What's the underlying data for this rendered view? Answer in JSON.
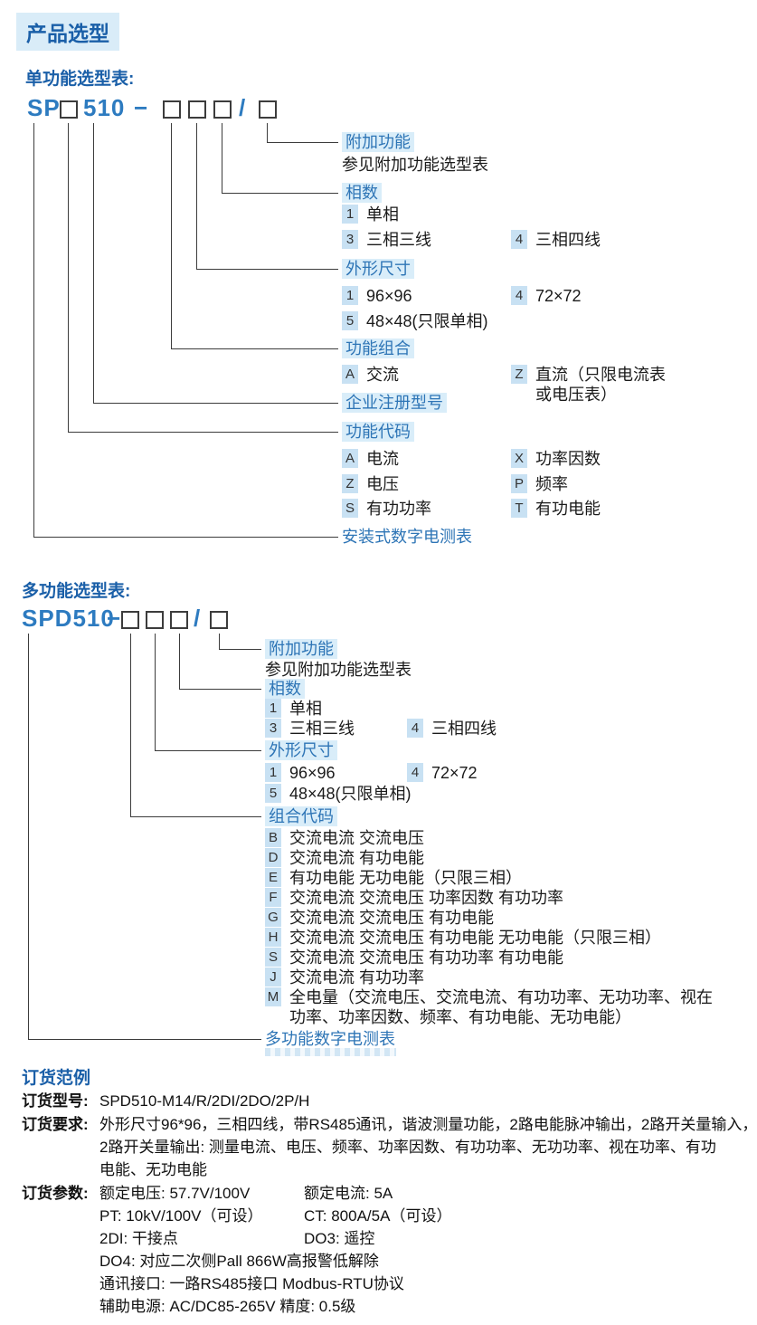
{
  "colors": {
    "accent_blue": "#2e75b6",
    "heading_blue": "#1a5fa8",
    "label_bg": "#d9edf9",
    "badge_bg": "#c8e1f3"
  },
  "page": {
    "title": "产品选型"
  },
  "single": {
    "heading": "单功能选型表:",
    "model": {
      "prefix": "SP",
      "mid": "510",
      "dash": "−",
      "slash": "/"
    },
    "labels": {
      "extra": "附加功能",
      "extra_note": "参见附加功能选型表",
      "phase": "相数",
      "size": "外形尺寸",
      "combo": "功能组合",
      "reg": "企业注册型号",
      "func": "功能代码",
      "base": "安装式数字电测表"
    },
    "phase_options": [
      {
        "code": "1",
        "text": "单相"
      },
      {
        "code": "3",
        "text": "三相三线"
      },
      {
        "code": "4",
        "text": "三相四线"
      }
    ],
    "size_options": [
      {
        "code": "1",
        "text": "96×96"
      },
      {
        "code": "4",
        "text": "72×72"
      },
      {
        "code": "5",
        "text": "48×48(只限单相)"
      }
    ],
    "combo_options": [
      {
        "code": "A",
        "text": "交流"
      },
      {
        "code": "Z",
        "text": "直流（只限电流表或电压表）"
      }
    ],
    "func_options": [
      {
        "code": "A",
        "text": "电流"
      },
      {
        "code": "X",
        "text": "功率因数"
      },
      {
        "code": "Z",
        "text": "电压"
      },
      {
        "code": "P",
        "text": "频率"
      },
      {
        "code": "S",
        "text": "有功功率"
      },
      {
        "code": "T",
        "text": "有功电能"
      }
    ]
  },
  "multi": {
    "heading": "多功能选型表:",
    "model": {
      "prefix": "SPD510",
      "dash": "−",
      "slash": "/"
    },
    "labels": {
      "extra": "附加功能",
      "extra_note": "参见附加功能选型表",
      "phase": "相数",
      "size": "外形尺寸",
      "combo": "组合代码",
      "base": "多功能数字电测表"
    },
    "phase_options": [
      {
        "code": "1",
        "text": "单相"
      },
      {
        "code": "3",
        "text": "三相三线"
      },
      {
        "code": "4",
        "text": "三相四线"
      }
    ],
    "size_options": [
      {
        "code": "1",
        "text": "96×96"
      },
      {
        "code": "4",
        "text": "72×72"
      },
      {
        "code": "5",
        "text": "48×48(只限单相)"
      }
    ],
    "combo_options": [
      {
        "code": "B",
        "text": "交流电流 交流电压"
      },
      {
        "code": "D",
        "text": "交流电流 有功电能"
      },
      {
        "code": "E",
        "text": "有功电能 无功电能（只限三相）"
      },
      {
        "code": "F",
        "text": "交流电流 交流电压 功率因数 有功功率"
      },
      {
        "code": "G",
        "text": "交流电流 交流电压 有功电能"
      },
      {
        "code": "H",
        "text": "交流电流 交流电压 有功电能 无功电能（只限三相）"
      },
      {
        "code": "S",
        "text": "交流电流 交流电压 有功功率 有功电能"
      },
      {
        "code": "J",
        "text": "交流电流 有功功率"
      },
      {
        "code": "M",
        "text": "全电量（交流电压、交流电流、有功功率、无功功率、视在功率、功率因数、频率、有功电能、无功电能）"
      }
    ]
  },
  "order": {
    "heading": "订货范例",
    "model_label": "订货型号:",
    "model_value": "SPD510-M14/R/2DI/2DO/2P/H",
    "req_label": "订货要求:",
    "req_lines": [
      "外形尺寸96*96，三相四线，带RS485通讯，谐波测量功能，2路电能脉冲输出，2路开关量输入，",
      "2路开关量输出: 测量电流、电压、频率、功率因数、有功功率、无功功率、视在功率、有功",
      "电能、无功电能"
    ],
    "param_label": "订货参数:",
    "params": [
      {
        "left": "额定电压: 57.7V/100V",
        "right": "额定电流: 5A"
      },
      {
        "left": "PT: 10kV/100V（可设）",
        "right": "CT: 800A/5A（可设）"
      },
      {
        "left": "2DI: 干接点",
        "right": "DO3: 遥控"
      },
      {
        "left": "DO4: 对应二次侧Pall 866W高报警低解除",
        "right": ""
      },
      {
        "left": "通讯接口: 一路RS485接口  Modbus-RTU协议",
        "right": ""
      },
      {
        "left": "辅助电源: AC/DC85-265V   精度: 0.5级",
        "right": ""
      }
    ]
  }
}
